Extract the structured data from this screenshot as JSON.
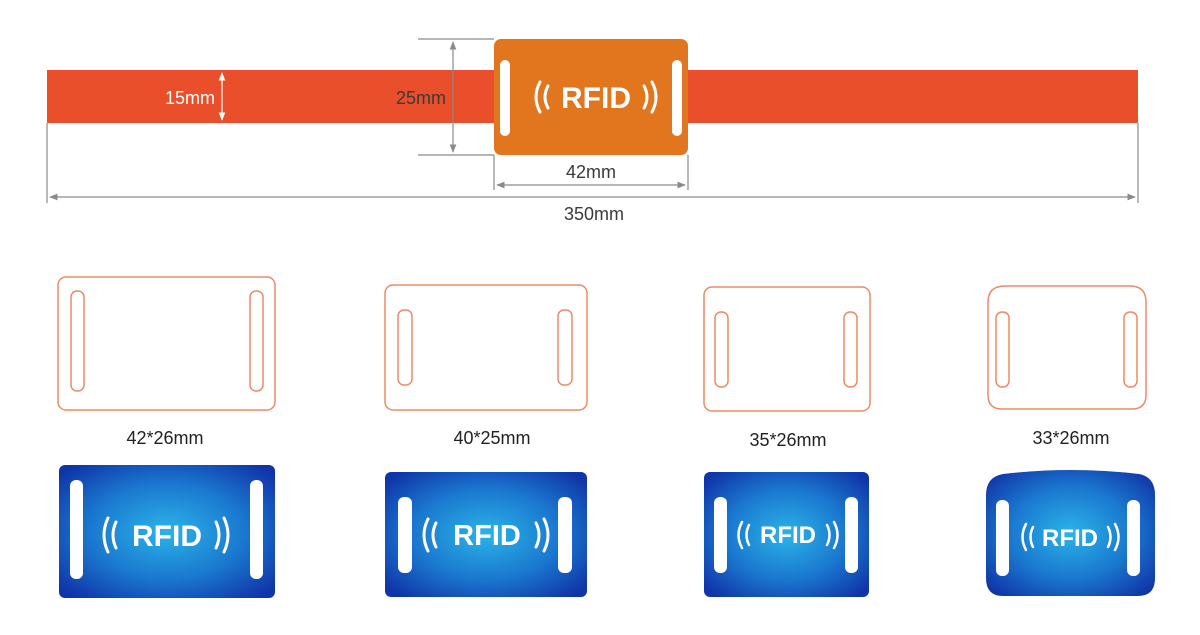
{
  "colors": {
    "band": "#e84f2a",
    "tag": "#e2761f",
    "outline": "#ec8a66",
    "blue_light": "#22a6e0",
    "blue_dark": "#1035a8",
    "dimension_line": "#8a8a8a"
  },
  "wristband": {
    "band_width_label": "15mm",
    "tag_height_label": "25mm",
    "tag_width_label": "42mm",
    "total_length_label": "350mm",
    "tag_logo": "RFID"
  },
  "tag_variants": [
    {
      "size_label": "42*26mm",
      "logo": "RFID",
      "shape": "rectangle"
    },
    {
      "size_label": "40*25mm",
      "logo": "RFID",
      "shape": "rectangle"
    },
    {
      "size_label": "35*26mm",
      "logo": "RFID",
      "shape": "rectangle"
    },
    {
      "size_label": "33*26mm",
      "logo": "RFID",
      "shape": "rounded-top"
    }
  ]
}
